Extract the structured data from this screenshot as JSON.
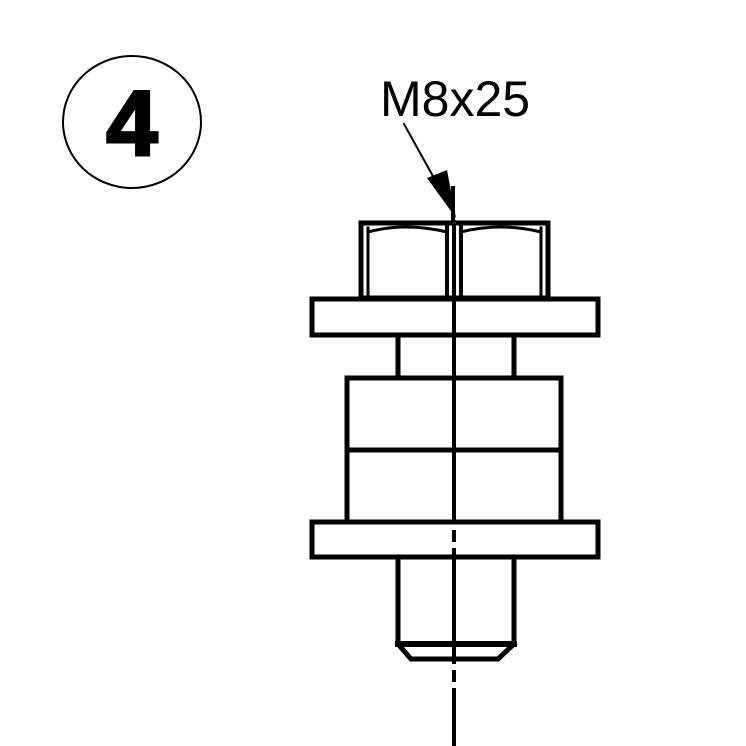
{
  "step": {
    "number": "4"
  },
  "callout": {
    "label": "M8x25",
    "target": "hex-bolt-head"
  },
  "drawing": {
    "line_color": "#000000",
    "background": "#ffffff",
    "parts": [
      {
        "name": "hex-bolt-head",
        "shape": "hexagon-side-view"
      },
      {
        "name": "upper-washer",
        "shape": "rectangle"
      },
      {
        "name": "bolt-shank-upper",
        "shape": "rectangle"
      },
      {
        "name": "spacer-block-upper",
        "shape": "rectangle"
      },
      {
        "name": "spacer-block-lower",
        "shape": "rectangle"
      },
      {
        "name": "lower-washer",
        "shape": "rectangle"
      },
      {
        "name": "bolt-thread-end",
        "shape": "chamfered-rectangle"
      },
      {
        "name": "center-axis",
        "shape": "dash-dot-line"
      }
    ]
  }
}
